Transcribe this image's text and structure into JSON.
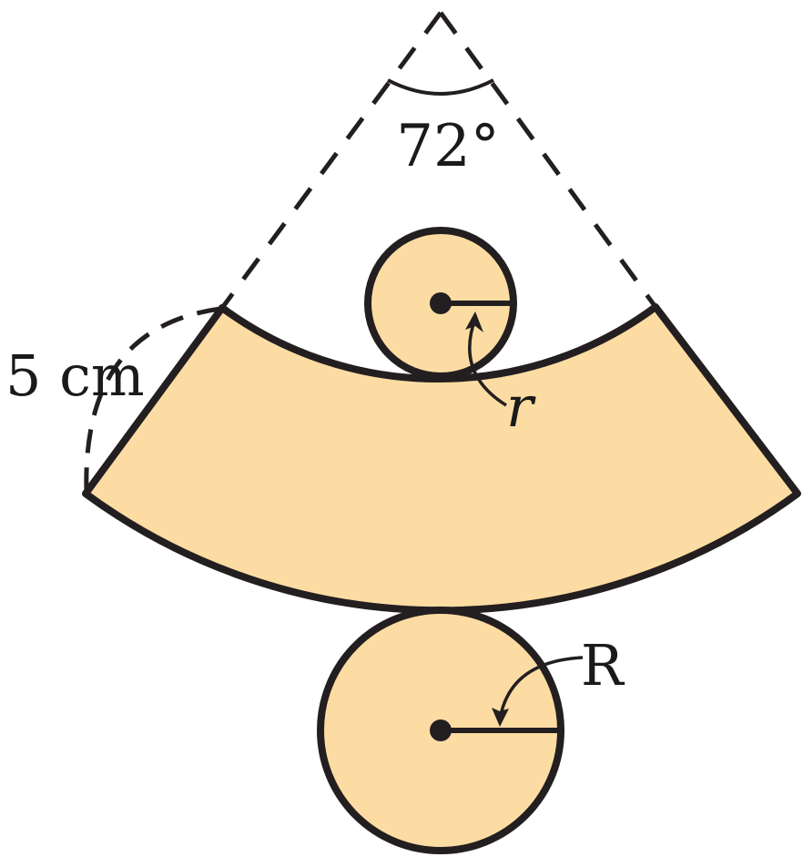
{
  "figure": {
    "angle_label": "72°",
    "slant_label": "5 cm",
    "small_radius_label": "r",
    "large_radius_label": "R"
  },
  "colors": {
    "fill": "#fddca3",
    "stroke": "#231f20",
    "background": "#ffffff"
  }
}
